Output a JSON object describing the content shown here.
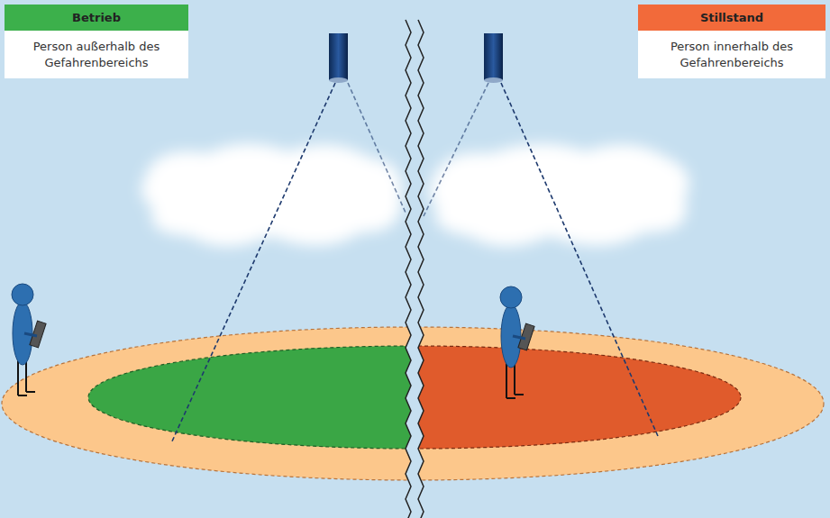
{
  "diagram": {
    "nodes": [
      {
        "text": [
          "Betrieb",
          "Person außerhalb des Gefahrenbereichs"
        ]
      },
      {
        "text": [
          "Stillstand",
          "Person innerhalb des Gefahrenbereichs"
        ]
      }
    ]
  }
}
